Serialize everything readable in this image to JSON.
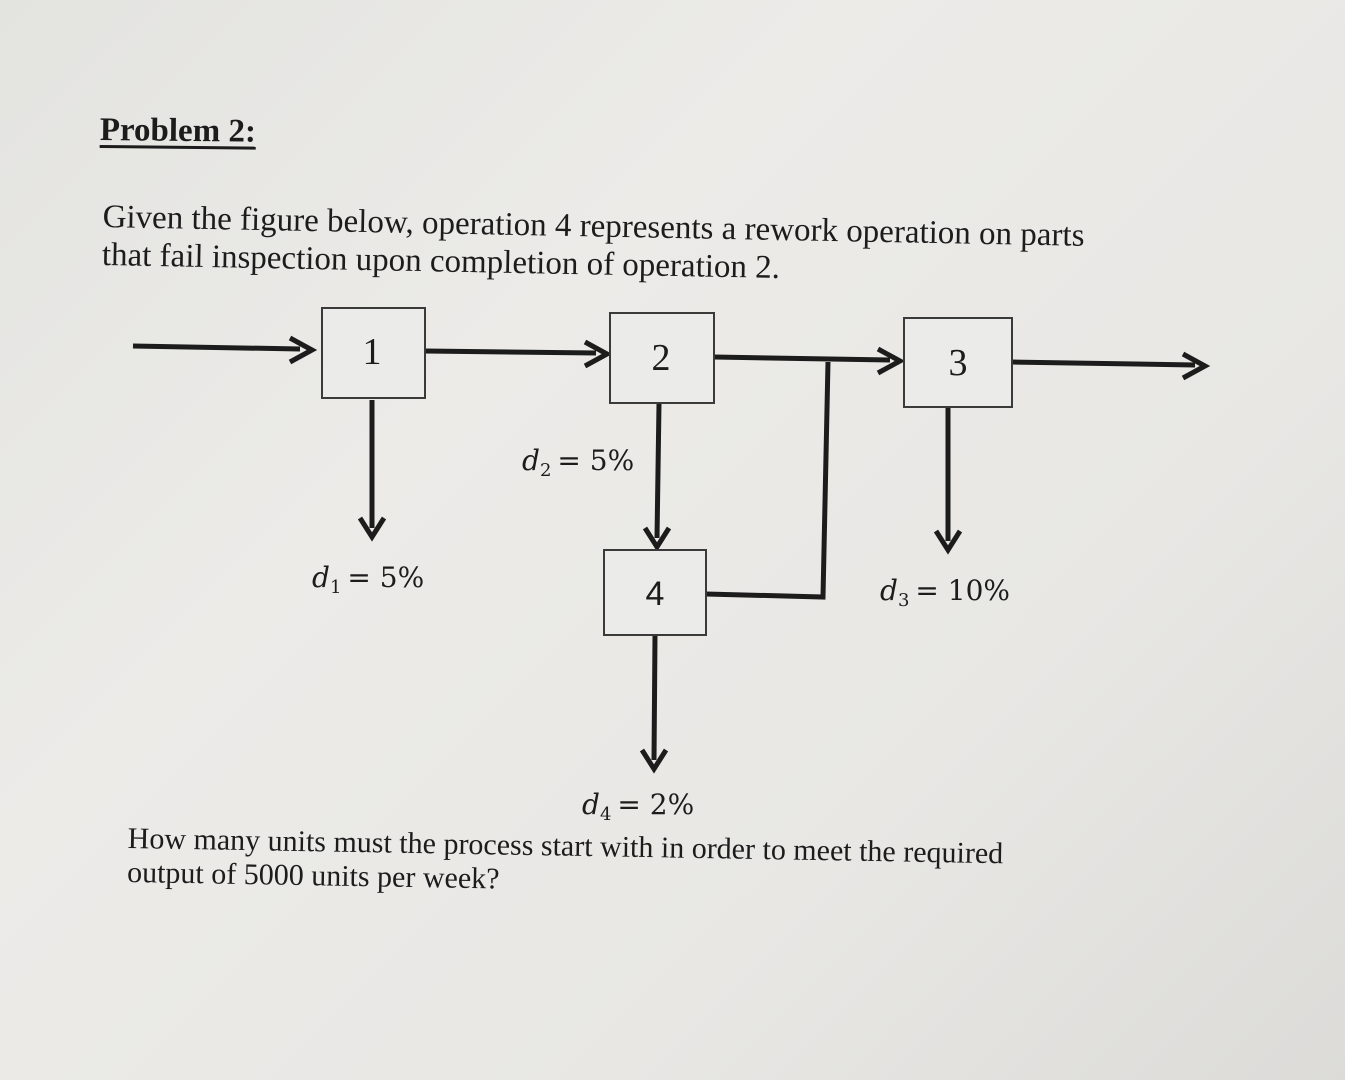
{
  "problem": {
    "title": "Problem 2:",
    "intro_line1": "Given the figure below, operation 4 represents a rework operation on parts",
    "intro_line2": "that fail inspection upon completion of operation 2.",
    "question_line1": "How many units must the process start with in order to meet the required",
    "question_line2": "output of 5000 units per week?"
  },
  "diagram": {
    "operations": [
      {
        "id": "1",
        "label": "1"
      },
      {
        "id": "2",
        "label": "2"
      },
      {
        "id": "3",
        "label": "3"
      },
      {
        "id": "4",
        "label": "4"
      }
    ],
    "defect_rates": [
      {
        "var": "d",
        "sub": "1",
        "value": "= 5%"
      },
      {
        "var": "d",
        "sub": "2",
        "value": "= 5%"
      },
      {
        "var": "d",
        "sub": "3",
        "value": "= 10%"
      },
      {
        "var": "d",
        "sub": "4",
        "value": "= 2%"
      }
    ]
  },
  "colors": {
    "ink": "#1c1c1c",
    "box_fill": "#ebebea"
  }
}
